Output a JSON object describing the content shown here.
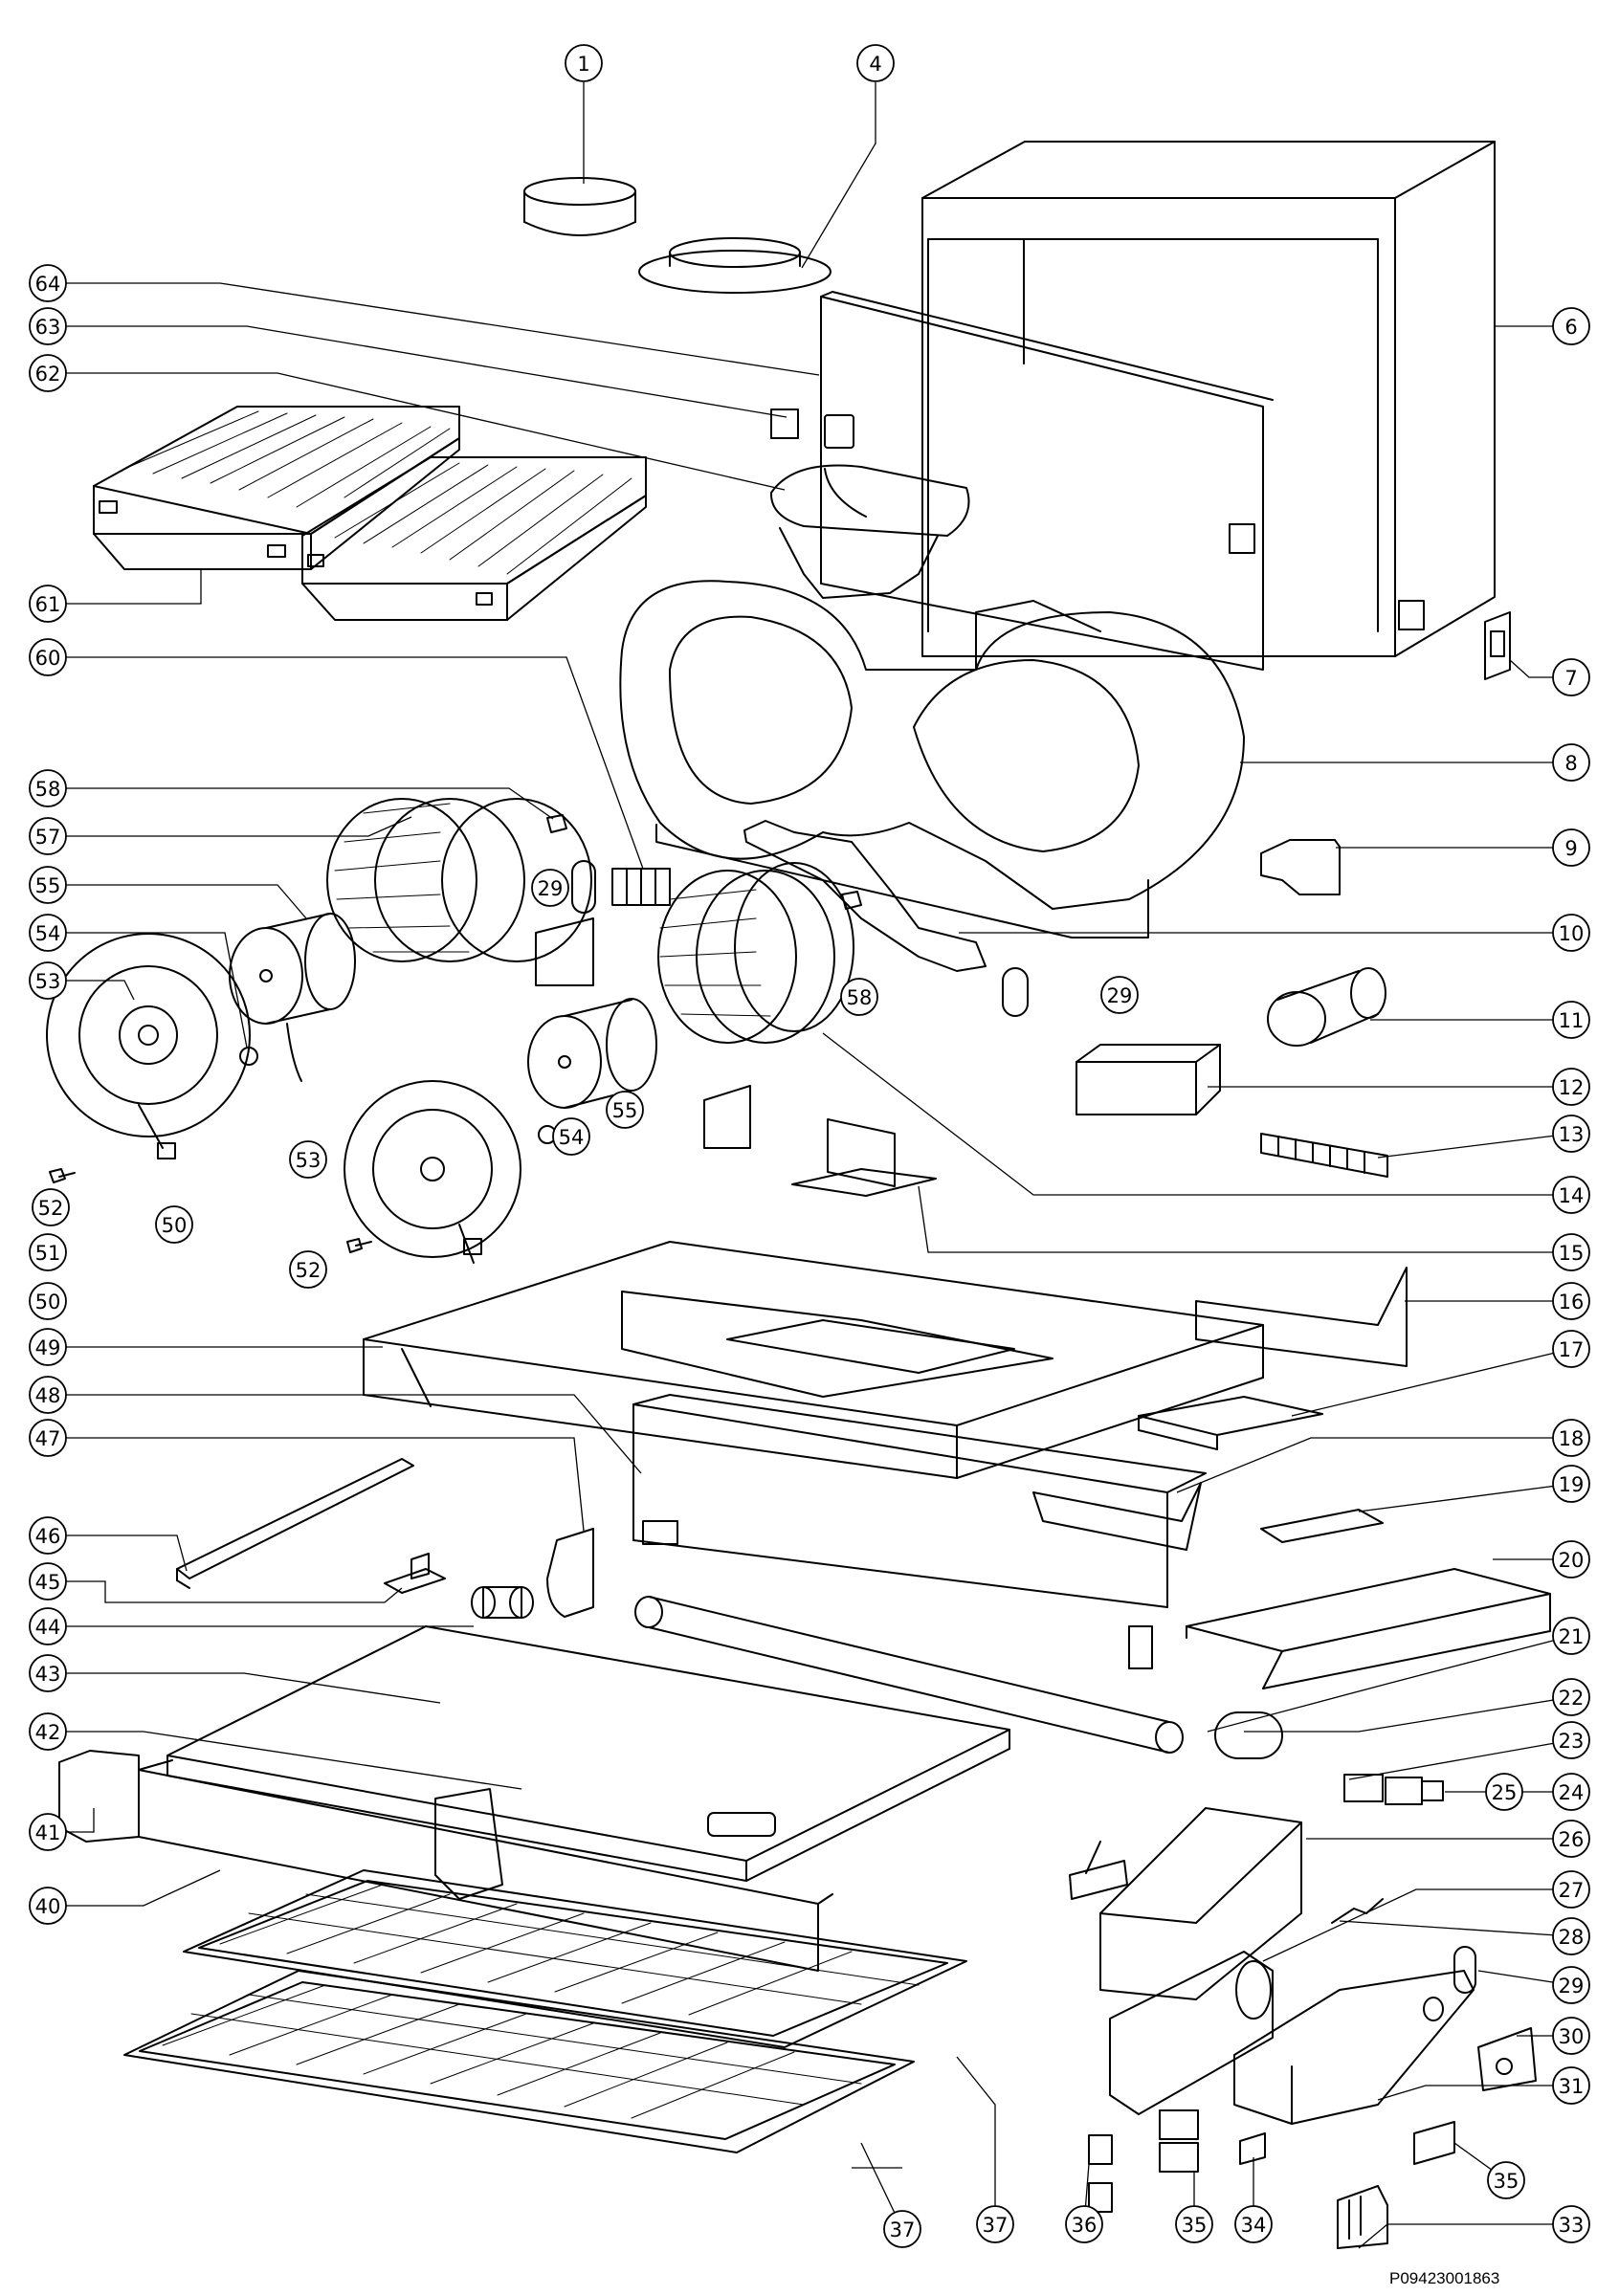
{
  "diagram": {
    "reference_code": "P09423001863",
    "callouts": [
      {
        "id": "c1",
        "label": "1"
      },
      {
        "id": "c4",
        "label": "4"
      },
      {
        "id": "c64",
        "label": "64"
      },
      {
        "id": "c63",
        "label": "63"
      },
      {
        "id": "c62",
        "label": "62"
      },
      {
        "id": "c6",
        "label": "6"
      },
      {
        "id": "c61",
        "label": "61"
      },
      {
        "id": "c60",
        "label": "60"
      },
      {
        "id": "c7",
        "label": "7"
      },
      {
        "id": "c8",
        "label": "8"
      },
      {
        "id": "c58a",
        "label": "58"
      },
      {
        "id": "c57",
        "label": "57"
      },
      {
        "id": "c29a",
        "label": "29"
      },
      {
        "id": "c9",
        "label": "9"
      },
      {
        "id": "c55a",
        "label": "55"
      },
      {
        "id": "c54a",
        "label": "54"
      },
      {
        "id": "c10",
        "label": "10"
      },
      {
        "id": "c58b",
        "label": "58"
      },
      {
        "id": "c29b",
        "label": "29"
      },
      {
        "id": "c53a",
        "label": "53"
      },
      {
        "id": "c11",
        "label": "11"
      },
      {
        "id": "c12",
        "label": "12"
      },
      {
        "id": "c55b",
        "label": "55"
      },
      {
        "id": "c54b",
        "label": "54"
      },
      {
        "id": "c13",
        "label": "13"
      },
      {
        "id": "c53b",
        "label": "53"
      },
      {
        "id": "c52a",
        "label": "52"
      },
      {
        "id": "c50a",
        "label": "50"
      },
      {
        "id": "c14",
        "label": "14"
      },
      {
        "id": "c51",
        "label": "51"
      },
      {
        "id": "c52b",
        "label": "52"
      },
      {
        "id": "c15",
        "label": "15"
      },
      {
        "id": "c50b",
        "label": "50"
      },
      {
        "id": "c16",
        "label": "16"
      },
      {
        "id": "c49",
        "label": "49"
      },
      {
        "id": "c17",
        "label": "17"
      },
      {
        "id": "c48",
        "label": "48"
      },
      {
        "id": "c18",
        "label": "18"
      },
      {
        "id": "c47",
        "label": "47"
      },
      {
        "id": "c19",
        "label": "19"
      },
      {
        "id": "c46",
        "label": "46"
      },
      {
        "id": "c20",
        "label": "20"
      },
      {
        "id": "c45",
        "label": "45"
      },
      {
        "id": "c44",
        "label": "44"
      },
      {
        "id": "c21",
        "label": "21"
      },
      {
        "id": "c22",
        "label": "22"
      },
      {
        "id": "c43",
        "label": "43"
      },
      {
        "id": "c23",
        "label": "23"
      },
      {
        "id": "c42",
        "label": "42"
      },
      {
        "id": "c24",
        "label": "24"
      },
      {
        "id": "c25",
        "label": "25"
      },
      {
        "id": "c41",
        "label": "41"
      },
      {
        "id": "c26",
        "label": "26"
      },
      {
        "id": "c40",
        "label": "40"
      },
      {
        "id": "c27",
        "label": "27"
      },
      {
        "id": "c28",
        "label": "28"
      },
      {
        "id": "c29c",
        "label": "29"
      },
      {
        "id": "c30",
        "label": "30"
      },
      {
        "id": "c31",
        "label": "31"
      },
      {
        "id": "c34",
        "label": "34"
      },
      {
        "id": "c35a",
        "label": "35"
      },
      {
        "id": "c35b",
        "label": "35"
      },
      {
        "id": "c33",
        "label": "33"
      },
      {
        "id": "c37a",
        "label": "37"
      },
      {
        "id": "c37b",
        "label": "37"
      },
      {
        "id": "c36",
        "label": "36"
      }
    ]
  }
}
